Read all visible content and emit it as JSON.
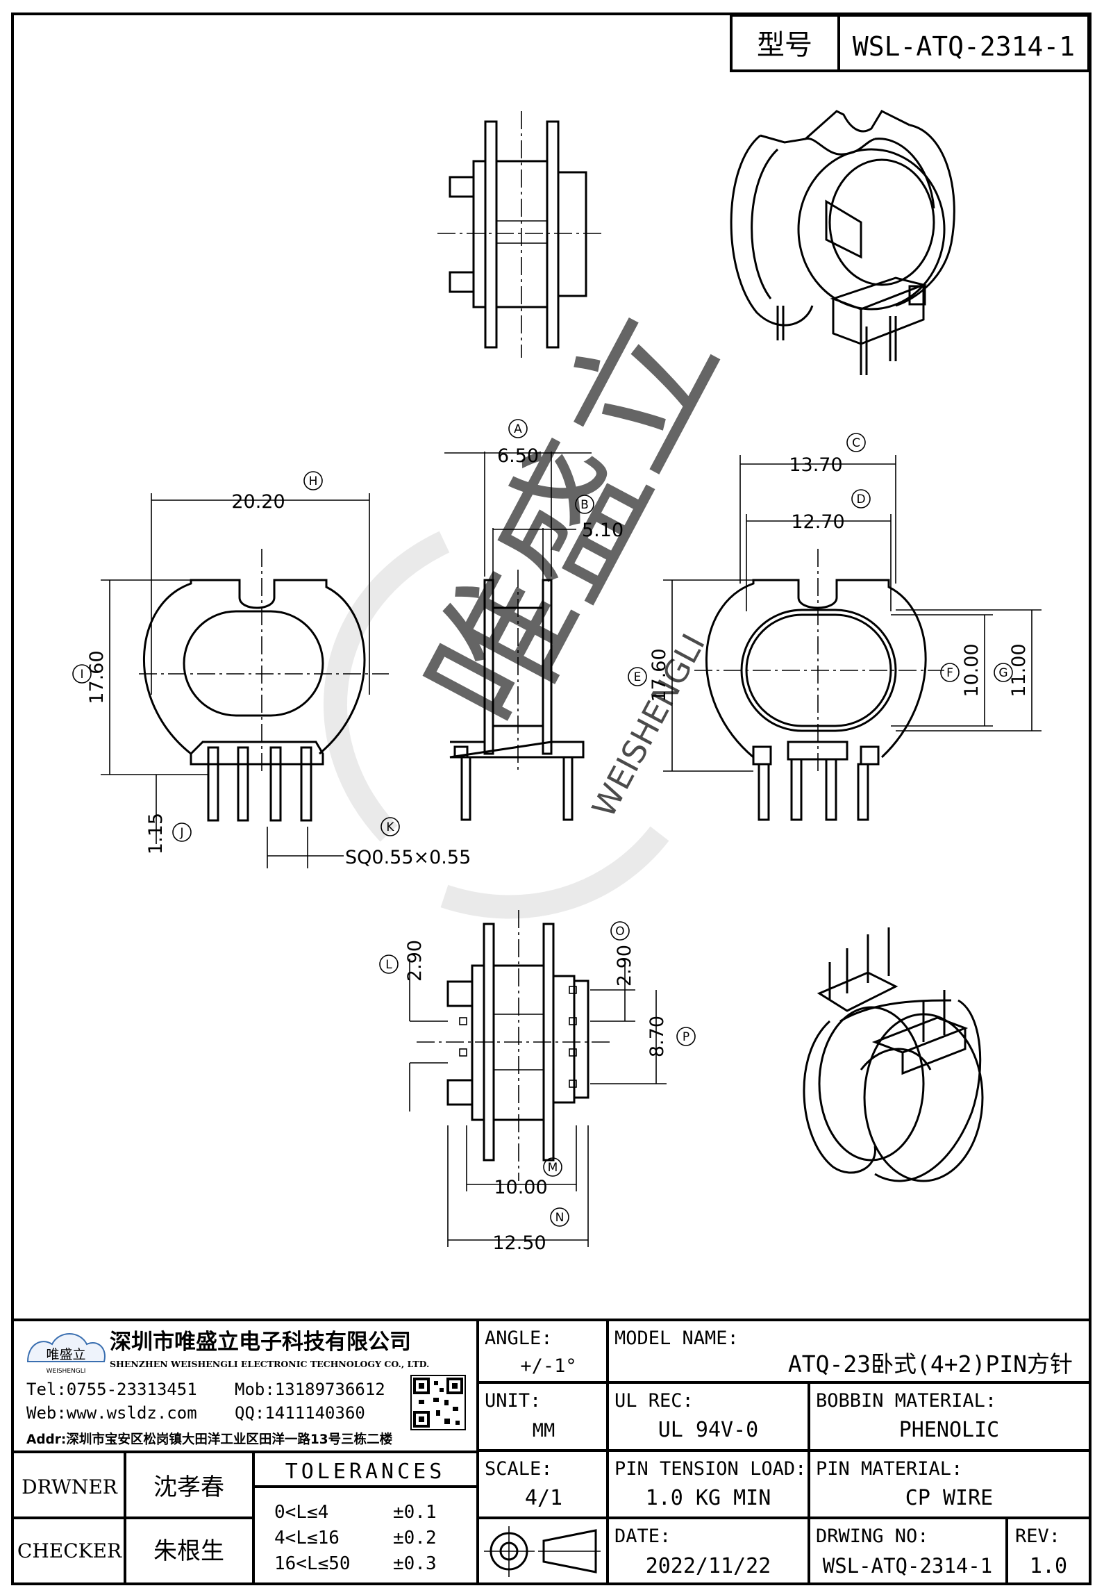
{
  "header": {
    "type_label": "型号",
    "type_value": "WSL-ATQ-2314-1"
  },
  "watermark": {
    "brand": "唯盛立",
    "brand_latin": "WEISHENGLI"
  },
  "dimensions": {
    "A": {
      "letter": "A",
      "value": "6.50"
    },
    "B": {
      "letter": "B",
      "value": "5.10"
    },
    "C": {
      "letter": "C",
      "value": "13.70"
    },
    "D": {
      "letter": "D",
      "value": "12.70"
    },
    "E": {
      "letter": "E",
      "value": "17.60"
    },
    "F": {
      "letter": "F",
      "value": "10.00"
    },
    "G": {
      "letter": "G",
      "value": "11.00"
    },
    "H": {
      "letter": "H",
      "value": "20.20"
    },
    "I": {
      "letter": "I",
      "value": "17.60"
    },
    "J": {
      "letter": "J",
      "value": "1.15"
    },
    "K": {
      "letter": "K",
      "value": "SQ0.55×0.55"
    },
    "L": {
      "letter": "L",
      "value": "2.90"
    },
    "M": {
      "letter": "M",
      "value": "10.00"
    },
    "N": {
      "letter": "N",
      "value": "12.50"
    },
    "O": {
      "letter": "O",
      "value": "2.90"
    },
    "P": {
      "letter": "P",
      "value": "8.70"
    }
  },
  "company": {
    "name_cn": "深圳市唯盛立电子科技有限公司",
    "name_en": "SHENZHEN WEISHENGLI ELECTRONIC TECHNOLOGY CO., LTD.",
    "logo_text": "唯盛立",
    "logo_sub": "WEISHENGLI",
    "tel": "Tel:0755-23313451",
    "mob": "Mob:13189736612",
    "web": "Web:www.wsldz.com",
    "qq": "QQ:1411140360",
    "addr": "Addr:深圳市宝安区松岗镇大田洋工业区田洋一路13号三栋二楼"
  },
  "title_block": {
    "angle_label": "ANGLE:",
    "angle_value": "+/-1°",
    "model_label": "MODEL NAME:",
    "model_value": "ATQ-23卧式(4+2)PIN方针",
    "unit_label": "UNIT:",
    "unit_value": "MM",
    "ul_label": "UL REC:",
    "ul_value": "UL 94V-0",
    "bobbin_label": "BOBBIN MATERIAL:",
    "bobbin_value": "PHENOLIC",
    "scale_label": "SCALE:",
    "scale_value": "4/1",
    "tension_label": "PIN TENSION LOAD:",
    "tension_value": "1.0 KG MIN",
    "pin_label": "PIN MATERIAL:",
    "pin_value": "CP WIRE",
    "date_label": "DATE:",
    "date_value": "2022/11/22",
    "drwing_label": "DRWING NO:",
    "drwing_value": "WSL-ATQ-2314-1",
    "rev_label": "REV:",
    "rev_value": "1.0",
    "drwner_label": "DRWNER",
    "drwner_value": "沈孝春",
    "checker_label": "CHECKER",
    "checker_value": "朱根生",
    "tol_title": "TOLERANCES",
    "tol_rows": [
      {
        "range": "0<L≤4",
        "tol": "±0.1"
      },
      {
        "range": "4<L≤16",
        "tol": "±0.2"
      },
      {
        "range": "16<L≤50",
        "tol": "±0.3"
      }
    ]
  }
}
